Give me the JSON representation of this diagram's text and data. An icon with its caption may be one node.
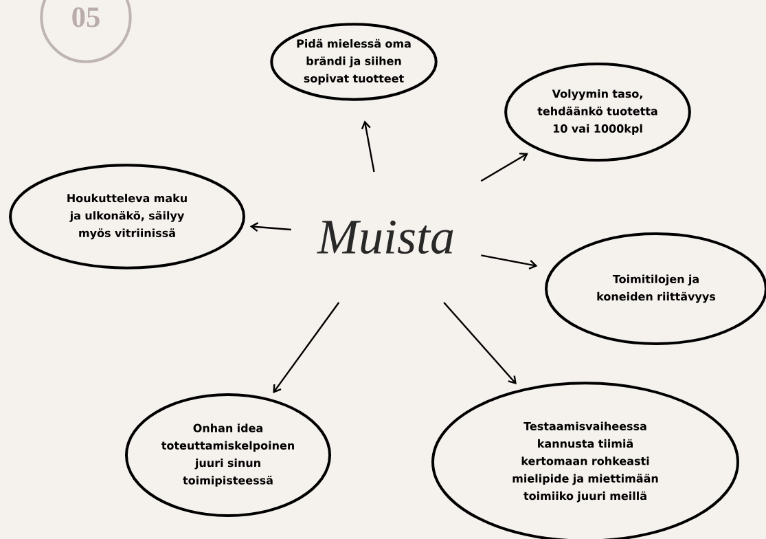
{
  "diagram": {
    "nodes": [
      {
        "text": [
          "05"
        ]
      },
      {
        "text": [
          "Muista"
        ]
      },
      {
        "text": [
          "Pidä mielessä oma brändi ja siihen sopivat tuotteet"
        ]
      },
      {
        "text": [
          "Volyymin taso, tehdäänkö tuotetta 10 vai 1000kpl"
        ]
      },
      {
        "text": [
          "Houkutteleva maku ja ulkonäkö, säilyy myös vitriinissä"
        ]
      },
      {
        "text": [
          "Toimitilojen ja koneiden riittävyys"
        ]
      },
      {
        "text": [
          "Onhan idea toteuttamiskelpoinen juuri sinun toimipisteessä"
        ]
      },
      {
        "text": [
          "Testaamisvaiheessa kannusta tiimiä kertomaan rohkeasti mielipide ja miettimään toimiiko juuri meillä"
        ]
      }
    ],
    "edges": [
      {
        "from": 1,
        "to": 2,
        "arrow": "to"
      },
      {
        "from": 1,
        "to": 3,
        "arrow": "to"
      },
      {
        "from": 1,
        "to": 4,
        "arrow": "to"
      },
      {
        "from": 1,
        "to": 5,
        "arrow": "to"
      },
      {
        "from": 1,
        "to": 6,
        "arrow": "to"
      },
      {
        "from": 1,
        "to": 7,
        "arrow": "to"
      }
    ]
  }
}
